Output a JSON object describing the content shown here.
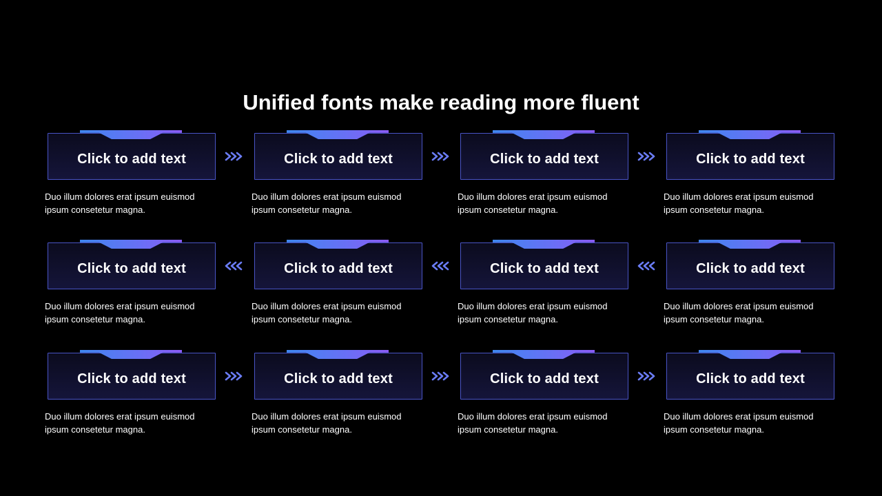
{
  "slide": {
    "title": "Unified fonts make reading more fluent",
    "rows": [
      {
        "direction": "right",
        "cards": [
          {
            "label": "Click to add text",
            "desc_line1": "Duo illum dolores erat ipsum euismod",
            "desc_line2": "ipsum consetetur magna."
          },
          {
            "label": "Click to add text",
            "desc_line1": "Duo illum dolores erat ipsum euismod",
            "desc_line2": "ipsum consetetur magna."
          },
          {
            "label": "Click to add text",
            "desc_line1": "Duo illum dolores erat ipsum euismod",
            "desc_line2": "ipsum consetetur magna."
          },
          {
            "label": "Click to add text",
            "desc_line1": "Duo illum dolores erat ipsum euismod",
            "desc_line2": "ipsum consetetur magna."
          }
        ]
      },
      {
        "direction": "left",
        "cards": [
          {
            "label": "Click to add text",
            "desc_line1": "Duo illum dolores erat ipsum euismod",
            "desc_line2": "ipsum consetetur magna."
          },
          {
            "label": "Click to add text",
            "desc_line1": "Duo illum dolores erat ipsum euismod",
            "desc_line2": "ipsum consetetur magna."
          },
          {
            "label": "Click to add text",
            "desc_line1": "Duo illum dolores erat ipsum euismod",
            "desc_line2": "ipsum consetetur magna."
          },
          {
            "label": "Click to add text",
            "desc_line1": "Duo illum dolores erat ipsum euismod",
            "desc_line2": "ipsum consetetur magna."
          }
        ]
      },
      {
        "direction": "right",
        "cards": [
          {
            "label": "Click to add text",
            "desc_line1": "Duo illum dolores erat ipsum euismod",
            "desc_line2": "ipsum consetetur magna."
          },
          {
            "label": "Click to add text",
            "desc_line1": "Duo illum dolores erat ipsum euismod",
            "desc_line2": "ipsum consetetur magna."
          },
          {
            "label": "Click to add text",
            "desc_line1": "Duo illum dolores erat ipsum euismod",
            "desc_line2": "ipsum consetetur magna."
          },
          {
            "label": "Click to add text",
            "desc_line1": "Duo illum dolores erat ipsum euismod",
            "desc_line2": "ipsum consetetur magna."
          }
        ]
      }
    ],
    "icons": {
      "arrow_right": "triple-chevron-right-icon",
      "arrow_left": "triple-chevron-left-icon"
    },
    "colors": {
      "background": "#000000",
      "card_border": "#4a55c8",
      "tab_start": "#3f87f0",
      "tab_end": "#8b5cf6",
      "arrow": "#6a7cf5",
      "text": "#ffffff"
    }
  }
}
